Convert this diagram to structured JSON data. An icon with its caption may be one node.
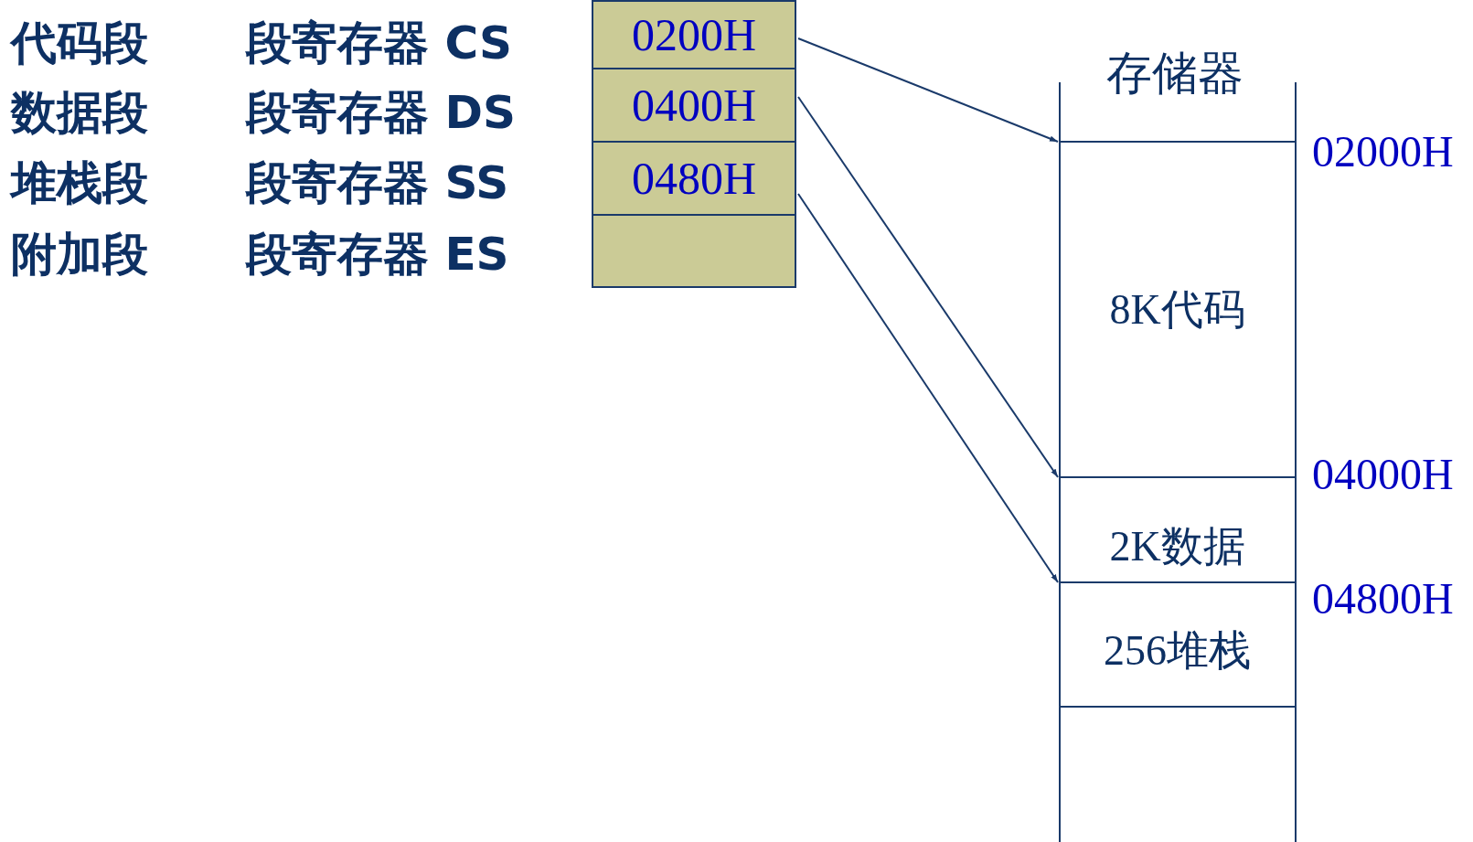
{
  "diagram": {
    "nodes": [
      {
        "text": [
          "0200H"
        ]
      },
      {
        "text": [
          "0400H"
        ]
      },
      {
        "text": [
          "0480H"
        ]
      },
      {
        "text": [],
        "shape": "box"
      },
      {
        "text": [
          "存储器"
        ]
      },
      {
        "text": [
          "8K代码"
        ],
        "in": 4
      },
      {
        "text": [
          "2K数据"
        ],
        "in": 4
      },
      {
        "text": [
          "256堆栈"
        ],
        "in": 4
      },
      {
        "text": [],
        "shape": "box",
        "in": 4
      }
    ],
    "edges": [
      {
        "from": 0,
        "to": 5,
        "arrow": "to"
      },
      {
        "from": 1,
        "to": 6,
        "arrow": "to"
      },
      {
        "from": 2,
        "to": 7,
        "arrow": "to"
      }
    ],
    "labels": [
      "代码段",
      "段寄存器 CS",
      "数据段",
      "段寄存器 DS",
      "堆栈段",
      "段寄存器 SS",
      "附加段",
      "段寄存器 ES",
      "02000H",
      "04000H",
      "04800H"
    ]
  }
}
